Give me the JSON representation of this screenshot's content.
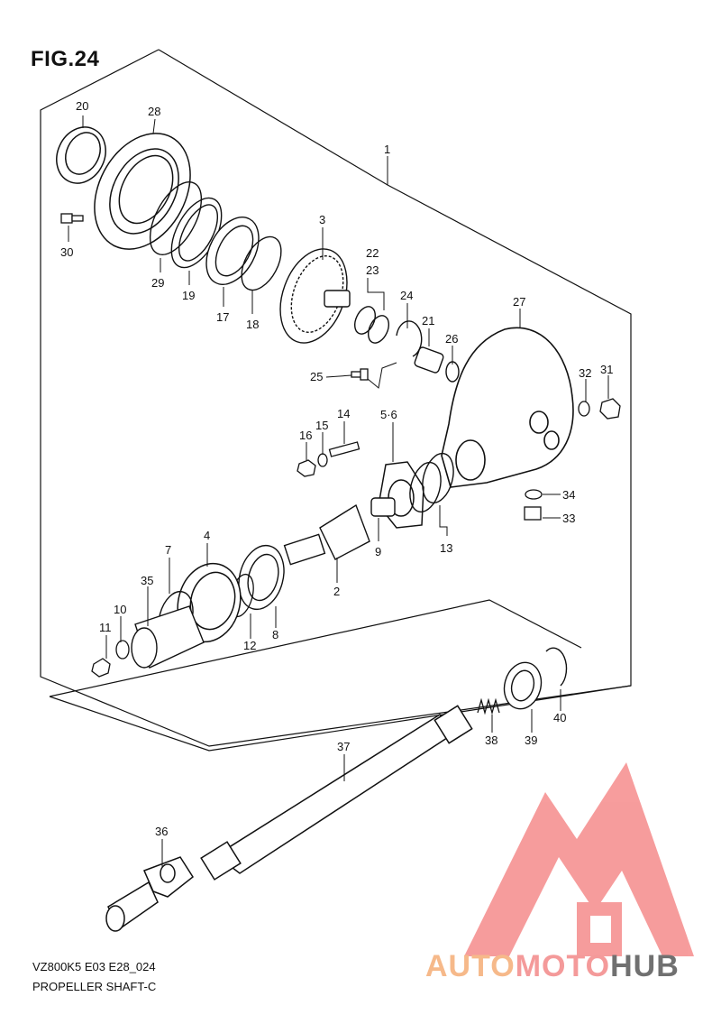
{
  "figure": {
    "title": "FIG.24"
  },
  "footer": {
    "model_code": "VZ800K5 E03 E28_024",
    "name": "PROPELLER SHAFT-C"
  },
  "watermark": {
    "part1": "AUTO",
    "part2": "MOTO",
    "part3": "HUB",
    "color_logo": "#f47c7c"
  },
  "labels": {
    "p1": "1",
    "p2": "2",
    "p3": "3",
    "p4": "4",
    "p56": "5·6",
    "p7": "7",
    "p8": "8",
    "p9": "9",
    "p10": "10",
    "p11": "11",
    "p12": "12",
    "p13": "13",
    "p14": "14",
    "p15": "15",
    "p16": "16",
    "p17": "17",
    "p18": "18",
    "p19": "19",
    "p20": "20",
    "p21": "21",
    "p22": "22",
    "p23": "23",
    "p24": "24",
    "p25": "25",
    "p26": "26",
    "p27": "27",
    "p28": "28",
    "p29": "29",
    "p30": "30",
    "p31": "31",
    "p32": "32",
    "p33": "33",
    "p34": "34",
    "p35": "35",
    "p36": "36",
    "p37": "37",
    "p38": "38",
    "p39": "39",
    "p40": "40"
  }
}
